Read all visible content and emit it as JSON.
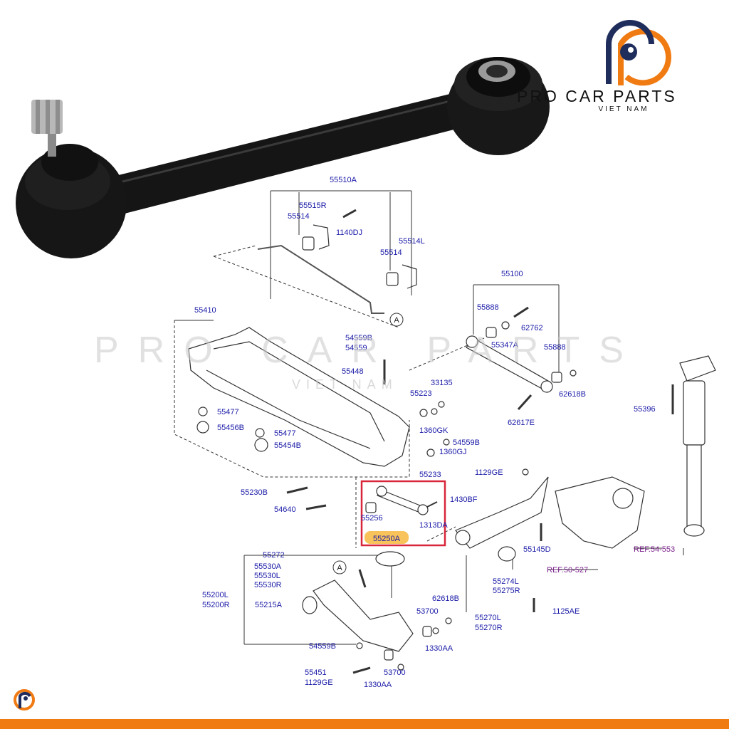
{
  "brand": {
    "name": "PRO CAR PARTS",
    "subtitle": "VIET NAM",
    "colors": {
      "orange": "#f07b12",
      "navy": "#1f2d5c",
      "label_blue": "#1a1aa8",
      "highlight_red": "#d8263b",
      "highlight_fill": "#f7c35a"
    }
  },
  "watermark": {
    "text": "PRO CAR PARTS",
    "sub": "VIET NAM"
  },
  "labels": {
    "l55510A": "55510A",
    "l55515R": "55515R",
    "l55514a": "55514",
    "l1140DJ": "1140DJ",
    "l55514L": "55514L",
    "l55514b": "55514",
    "l55410": "55410",
    "l54559B_top": "54559B",
    "l54559_top": "54559",
    "l55448": "55448",
    "l55223": "55223",
    "l33135": "33135",
    "l1360GK": "1360GK",
    "l54559B_mid": "54559B",
    "l1360GJ": "1360GJ",
    "l55233": "55233",
    "l55477a": "55477",
    "l55456B": "55456B",
    "l55477b": "55477",
    "l55454B": "55454B",
    "l55230B": "55230B",
    "l54640": "54640",
    "l55100": "55100",
    "l55888a": "55888",
    "l62762": "62762",
    "l55347A": "55347A",
    "l55888b": "55888",
    "l62618B_top": "62618B",
    "l62617E": "62617E",
    "l55396": "55396",
    "l1129GE_top": "1129GE",
    "l1430BF": "1430BF",
    "l55256": "55256",
    "l1313DA": "1313DA",
    "l55250A": "55250A",
    "l55145D": "55145D",
    "ref_54553": "REF.54-553",
    "ref_50527": "REF.50-527",
    "l55272": "55272",
    "l55530A": "55530A",
    "l55530L": "55530L",
    "l55530R": "55530R",
    "l55200L": "55200L",
    "l55200R": "55200R",
    "l55215A": "55215A",
    "l62618B_bot": "62618B",
    "l53700a": "53700",
    "l1330AAa": "1330AA",
    "l54559B_bot": "54559B",
    "l55451": "55451",
    "l1129GE_bot": "1129GE",
    "l53700b": "53700",
    "l1330AAb": "1330AA",
    "l55274L": "55274L",
    "l55275R": "55275R",
    "l55270L": "55270L",
    "l55270R": "55270R",
    "l1125AE": "1125AE",
    "callout_A": "A"
  }
}
